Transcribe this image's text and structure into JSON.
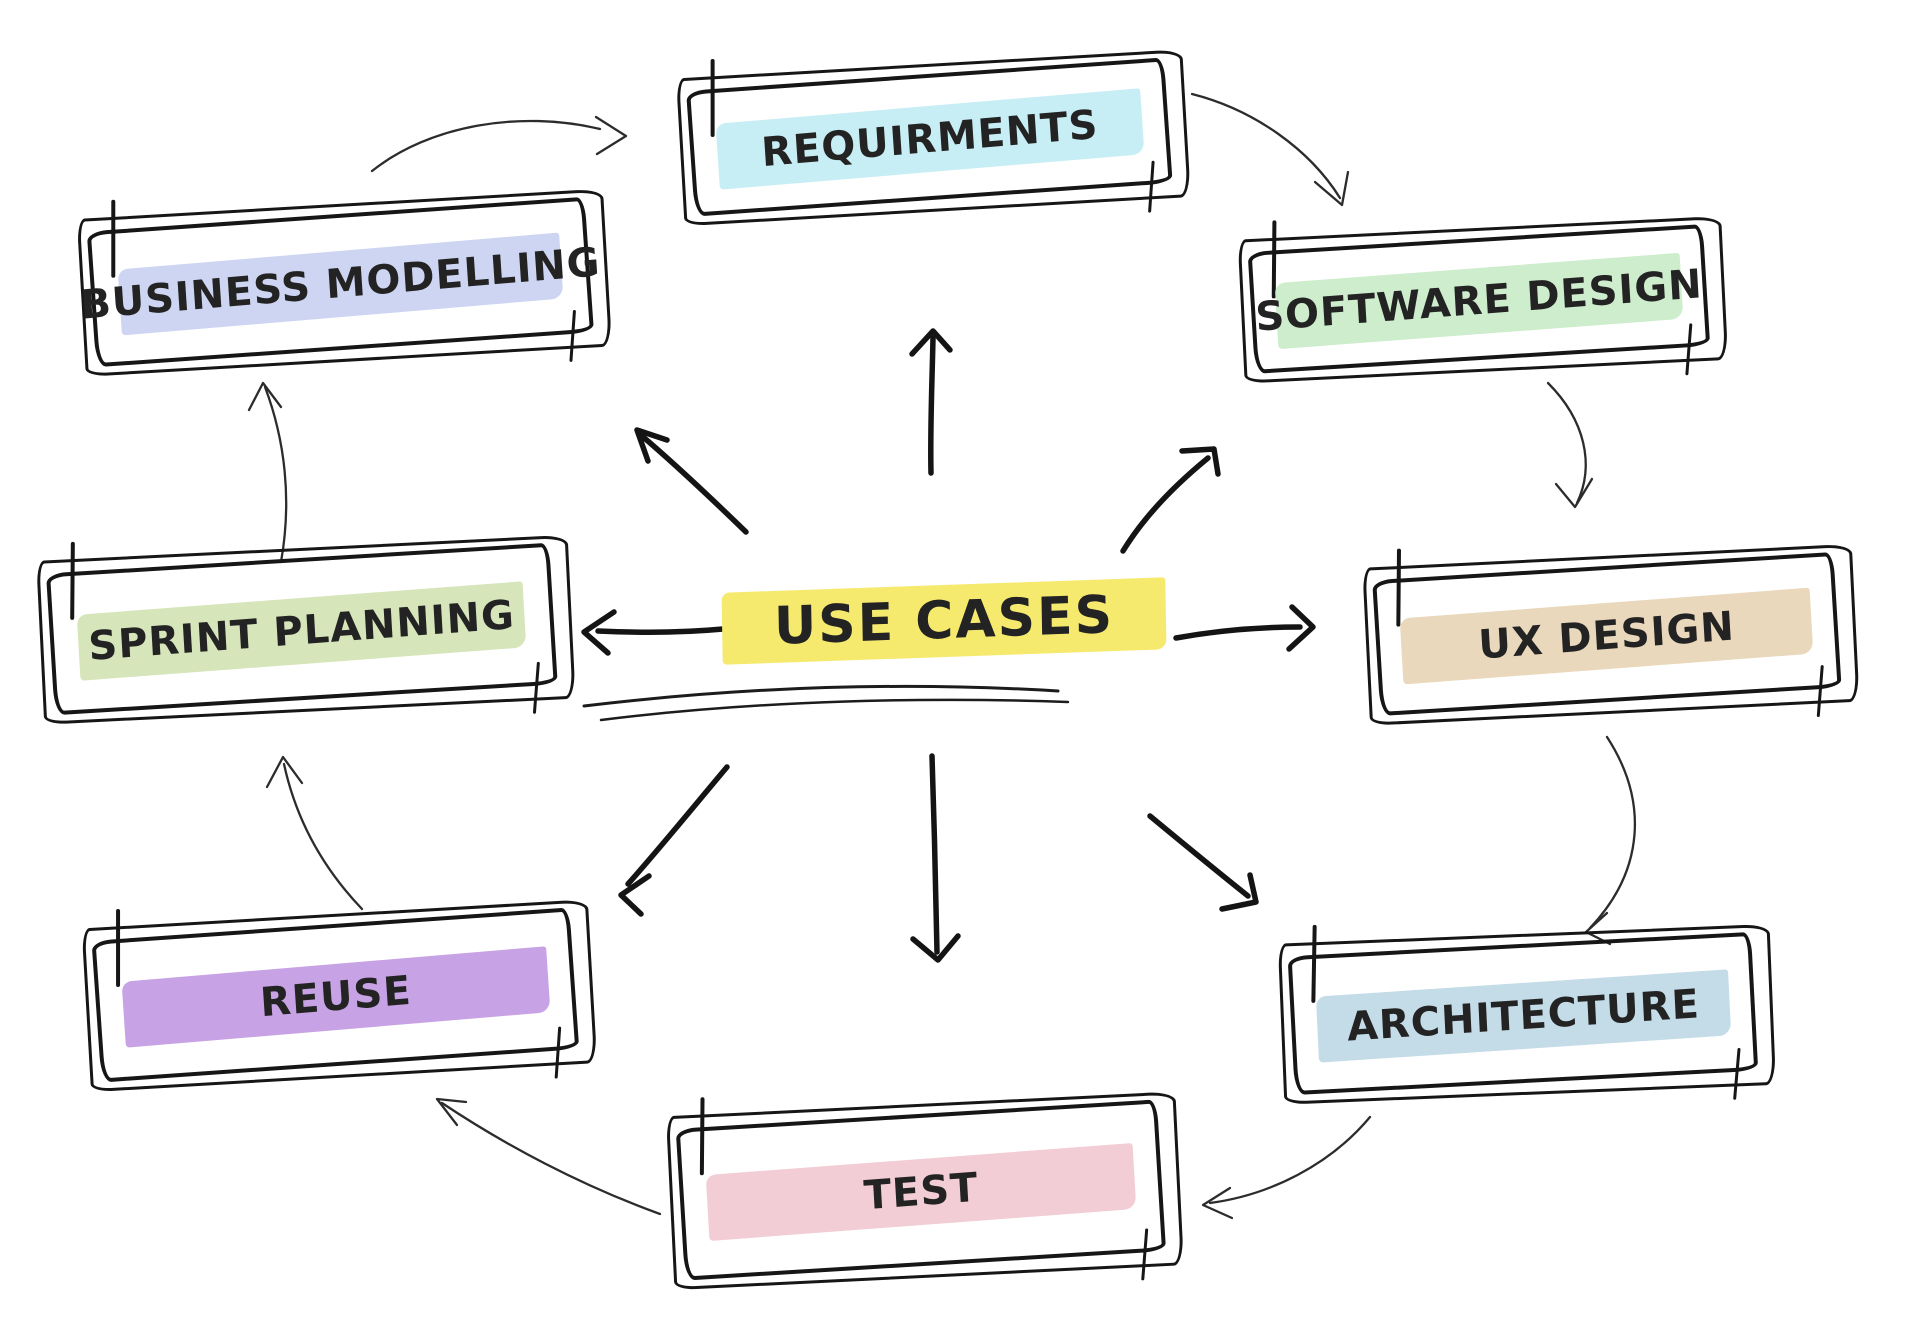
{
  "background_color": "#ffffff",
  "ink_color": "#161616",
  "center": {
    "label": "USE CASES",
    "highlight_color": "#f5ea6e"
  },
  "nodes": [
    {
      "id": "requirements",
      "label": "REQUIRMENTS",
      "highlight_color": "#c7eef5"
    },
    {
      "id": "software-design",
      "label": "SOFTWARE DESIGN",
      "highlight_color": "#cdedcd"
    },
    {
      "id": "ux-design",
      "label": "UX DESIGN",
      "highlight_color": "#e9d8bc"
    },
    {
      "id": "architecture",
      "label": "ARCHITECTURE",
      "highlight_color": "#c4dce8"
    },
    {
      "id": "test",
      "label": "TEST",
      "highlight_color": "#f2cdd5"
    },
    {
      "id": "reuse",
      "label": "REUSE",
      "highlight_color": "#c7a3e6"
    },
    {
      "id": "sprint-planning",
      "label": "SPRINT PLANNING",
      "highlight_color": "#d6e5ba"
    },
    {
      "id": "business-modelling",
      "label": "BUSINESS MODELLING",
      "highlight_color": "#ced5f2"
    }
  ],
  "edges": {
    "from_center": [
      "requirements",
      "software-design",
      "ux-design",
      "architecture",
      "test",
      "reuse",
      "sprint-planning",
      "business-modelling"
    ],
    "cycle": [
      "business-modelling",
      "requirements",
      "software-design",
      "ux-design",
      "architecture",
      "test",
      "reuse",
      "sprint-planning"
    ]
  }
}
